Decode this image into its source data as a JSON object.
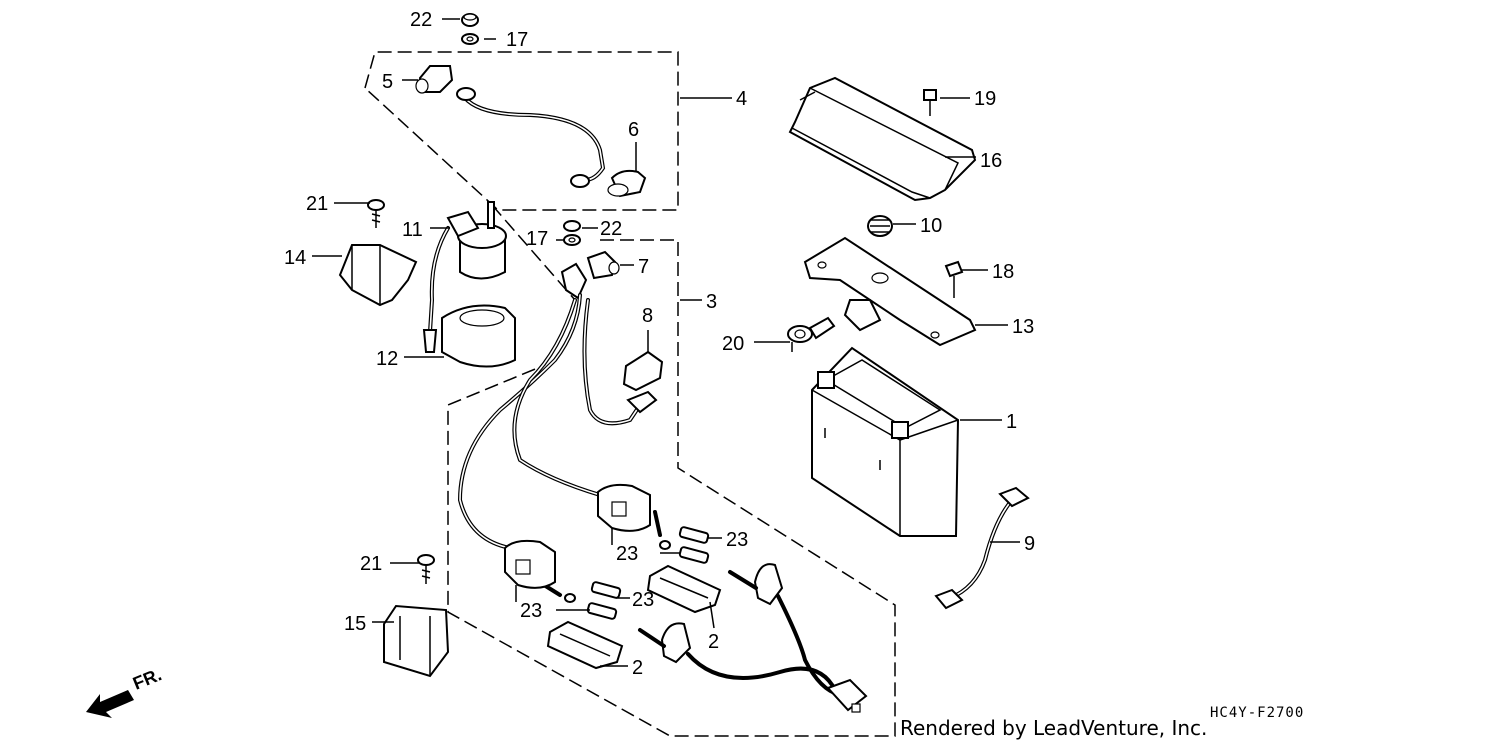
{
  "diagram": {
    "labels": {
      "p1": "1",
      "p2a": "2",
      "p2b": "2",
      "p3": "3",
      "p4": "4",
      "p5": "5",
      "p6": "6",
      "p7": "7",
      "p8": "8",
      "p9": "9",
      "p10": "10",
      "p11": "11",
      "p12": "12",
      "p13": "13",
      "p14": "14",
      "p15": "15",
      "p16": "16",
      "p17a": "17",
      "p17b": "17",
      "p18": "18",
      "p19": "19",
      "p20": "20",
      "p21a": "21",
      "p21b": "21",
      "p22a": "22",
      "p22b": "22",
      "p23a": "23",
      "p23b": "23",
      "p23c": "23",
      "p23d": "23"
    },
    "direction_label": "FR.",
    "credit": "Rendered by LeadVenture, Inc.",
    "diagram_code": "HC4Y-F2700"
  }
}
